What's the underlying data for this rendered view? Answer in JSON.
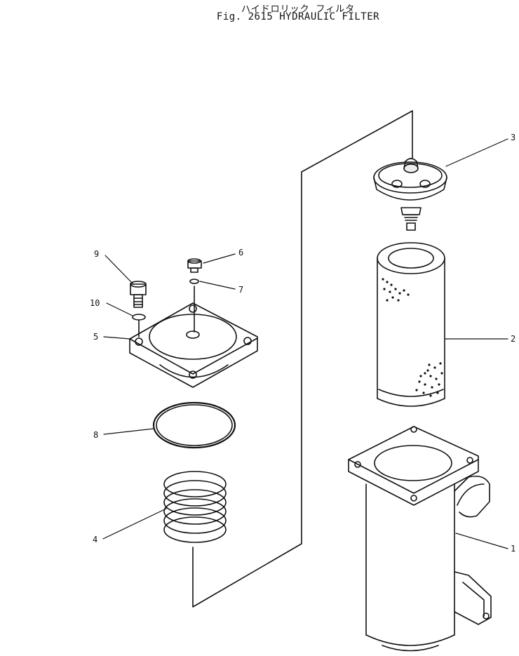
{
  "header": {
    "title_jp": "ハイドロリック フィルタ",
    "title_en": "Fig. 2615 HYDRAULIC FILTER"
  },
  "callouts": [
    {
      "id": "1",
      "label": "1"
    },
    {
      "id": "2",
      "label": "2"
    },
    {
      "id": "3",
      "label": "3"
    },
    {
      "id": "4",
      "label": "4"
    },
    {
      "id": "5",
      "label": "5"
    },
    {
      "id": "6",
      "label": "6"
    },
    {
      "id": "7",
      "label": "7"
    },
    {
      "id": "8",
      "label": "8"
    },
    {
      "id": "9",
      "label": "9"
    },
    {
      "id": "10",
      "label": "10"
    }
  ]
}
